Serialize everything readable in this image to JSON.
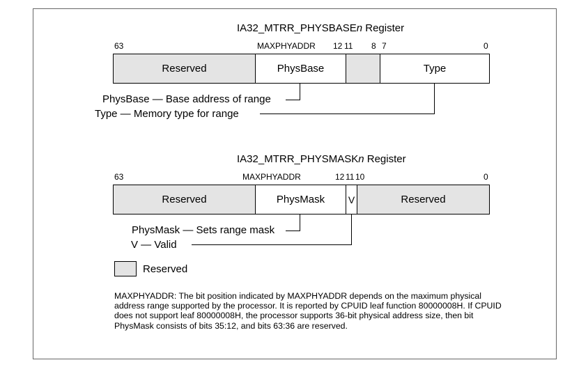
{
  "register1": {
    "title_main": "IA32_MTRR_PHYSBASE",
    "title_n": "n",
    "title_rest": " Register",
    "bits": {
      "b63": "63",
      "maxphy": "MAXPHYADDR",
      "b12": "12",
      "b11": "11",
      "b8": "8",
      "b7": "7",
      "b0": "0"
    },
    "fields": {
      "reserved": "Reserved",
      "physbase": "PhysBase",
      "type": "Type"
    },
    "descriptions": {
      "physbase": "PhysBase — Base address of range",
      "type": "Type — Memory type for range"
    }
  },
  "register2": {
    "title_main": "IA32_MTRR_PHYSMASK",
    "title_n": "n",
    "title_rest": " Register",
    "bits": {
      "b63": "63",
      "maxphy": "MAXPHYADDR",
      "b12": "12",
      "b11": "11",
      "b10": "10",
      "b0": "0"
    },
    "fields": {
      "reserved_left": "Reserved",
      "physmask": "PhysMask",
      "valid": "V",
      "reserved_right": "Reserved"
    },
    "descriptions": {
      "physmask": "PhysMask — Sets range mask",
      "valid": "V — Valid"
    }
  },
  "legend": {
    "label": "Reserved"
  },
  "note": "MAXPHYADDR: The bit position indicated by MAXPHYADDR depends on the maximum physical address range supported by the processor. It is reported by CPUID leaf function 80000008H. If CPUID does not support leaf 80000008H, the processor supports 36-bit physical address size, then bit PhysMask consists of bits 35:12, and bits 63:36 are reserved.",
  "colors": {
    "reserved_fill": "#e4e4e4",
    "border": "#000000",
    "frame": "#666666"
  }
}
